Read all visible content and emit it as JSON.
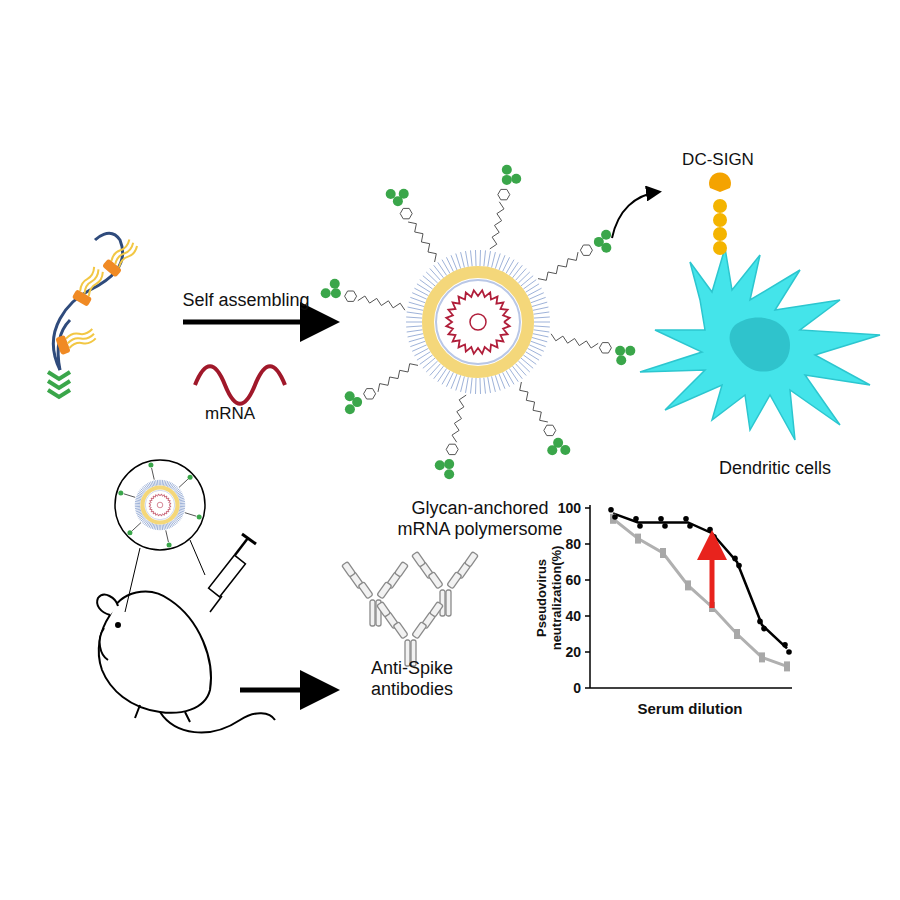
{
  "diagram": {
    "labels": [
      "Self assembling",
      "mRNA",
      "Glycan-anchored mRNA polymersome",
      "DC-SIGN",
      "Dendritic cells",
      "Anti-Spike antibodies",
      "Pseudovirus neutralization(%)",
      "100",
      "80",
      "60",
      "40",
      "20",
      "0",
      "Serum dilution"
    ]
  }
}
